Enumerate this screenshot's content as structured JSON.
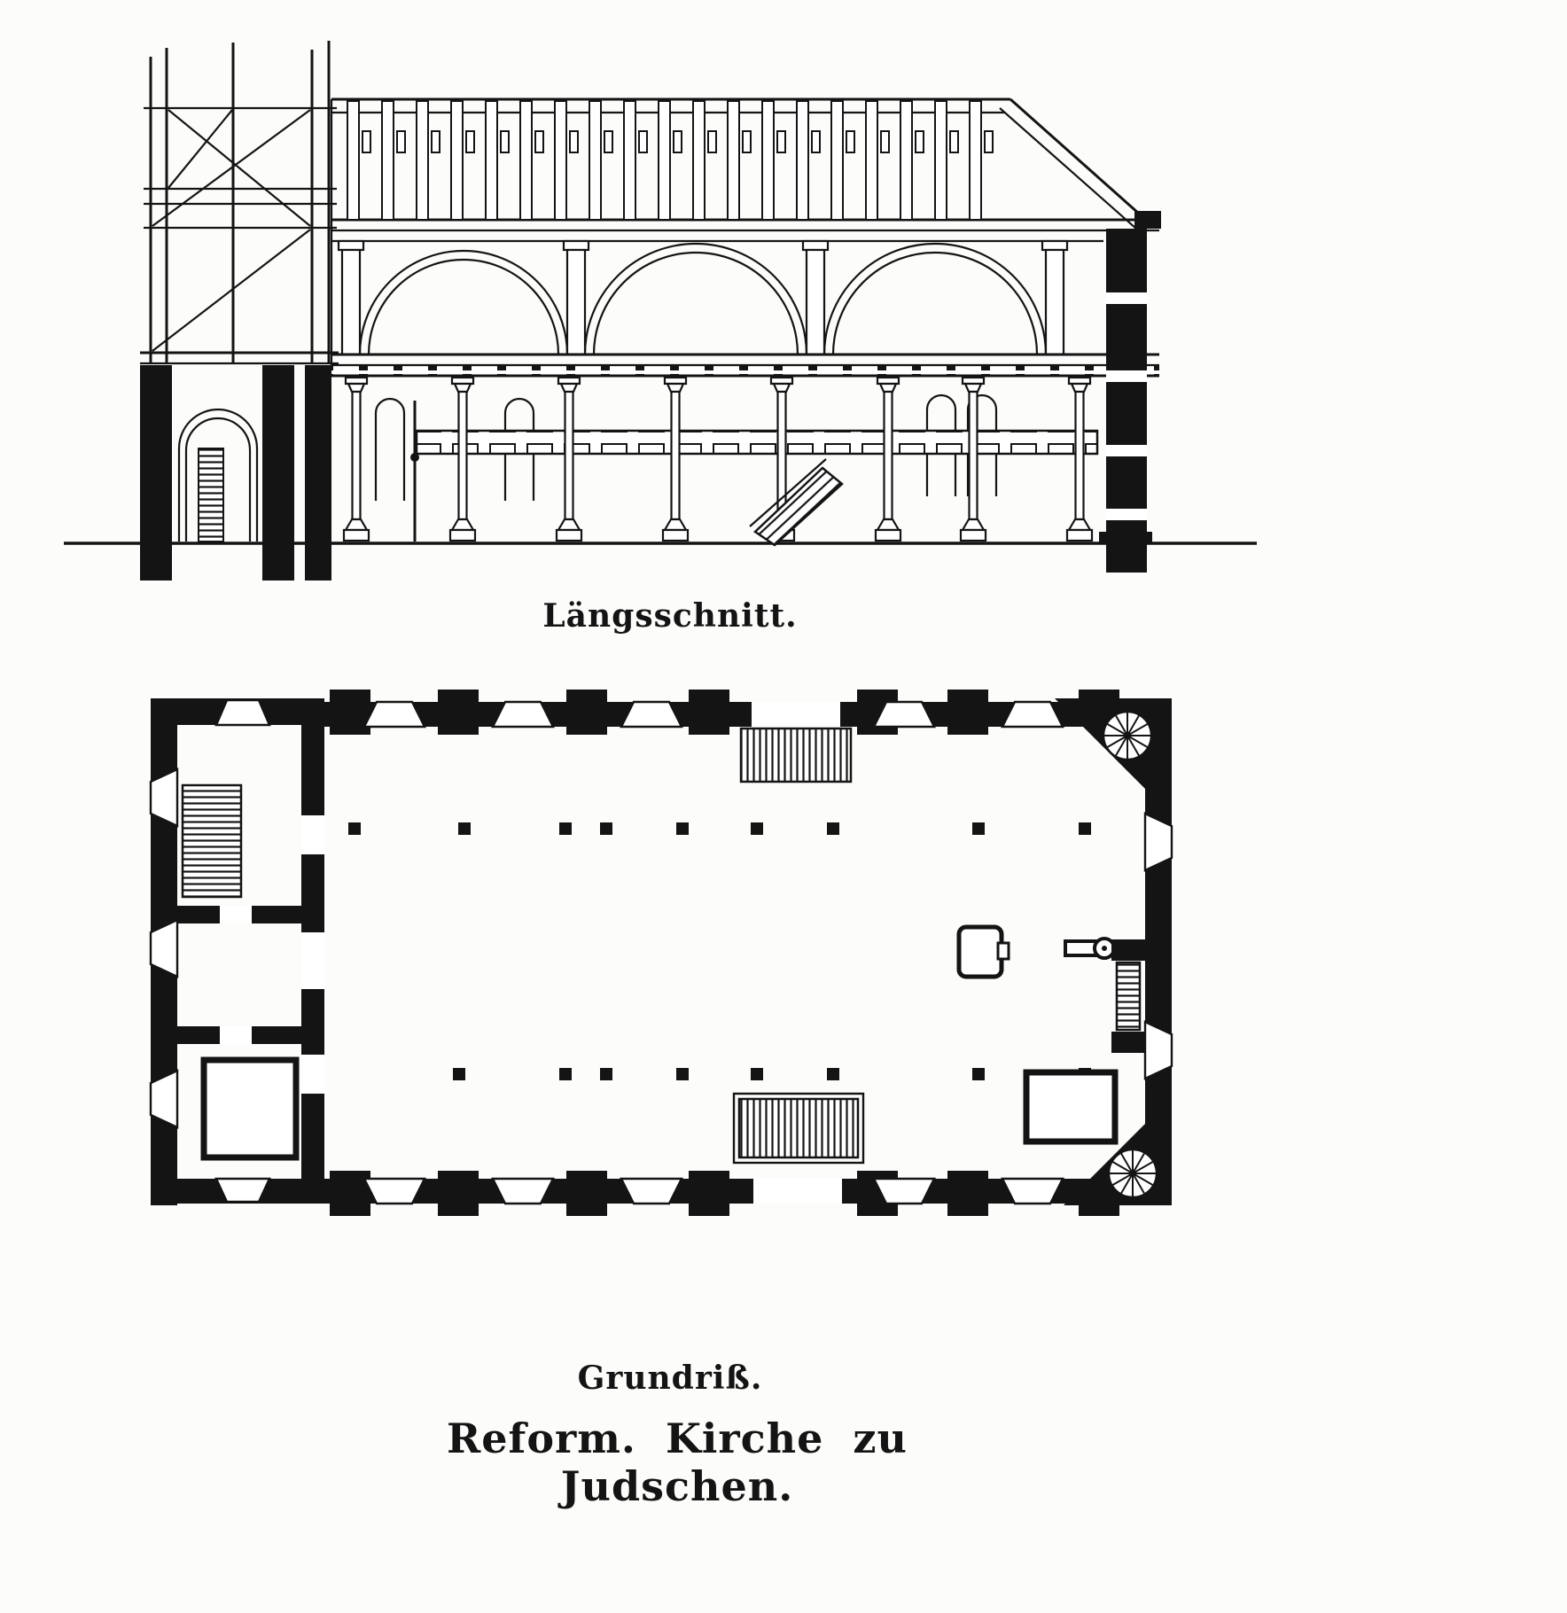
{
  "colors": {
    "ink": "#141414",
    "paper": "#fcfcfa"
  },
  "captions": {
    "section": "Längsschnitt.",
    "plan": "Grundriß."
  },
  "title": "Reform. Kirche zu Judschen."
}
